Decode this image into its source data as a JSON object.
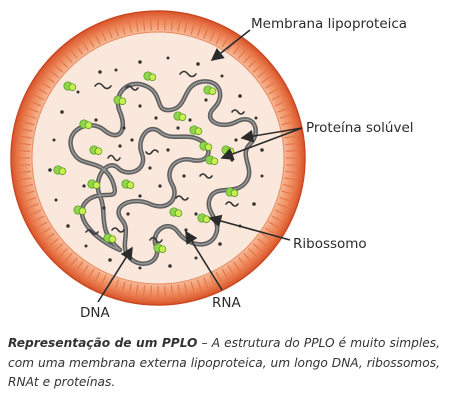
{
  "labels": {
    "membrane": "Membrana lipoproteica",
    "protein": "Proteína solúvel",
    "ribosome": "Ribossomo",
    "rna": "RNA",
    "dna": "DNA"
  },
  "caption": {
    "title": "Representação de um PPLO",
    "text": " – A estrutura do PPLO é muito simples, com uma membrana externa lipoproteica, um longo DNA, ribossomos, RNAt e proteínas."
  },
  "colors": {
    "membrane_outer": "#d9542a",
    "membrane_inner": "#f3a27a",
    "cytoplasm": "#fbe8dc",
    "dna": "#6b6b6b",
    "ribosome": "#7cc23a",
    "dots": "#333333",
    "arrow": "#2b2b2b"
  }
}
